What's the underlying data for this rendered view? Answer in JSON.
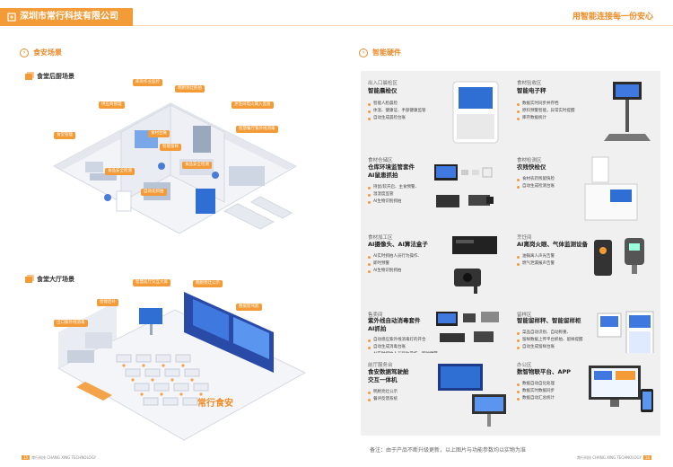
{
  "header": {
    "company": "深圳市常行科技有限公司",
    "slogan": "用智能连接每一份安心"
  },
  "left": {
    "section_title": "食安场景",
    "kitchen": {
      "title": "食堂后厨场景",
      "tags": [
        "库房作业监控",
        "明厨亮灶抓拍",
        "供应商管理",
        "烹饪间电火属入监管",
        "食堂管理",
        "食材台账",
        "食品安全检测",
        "智能留样",
        "食品安全检测",
        "智慧餐厅紫外线消毒",
        "自动化抓拍"
      ]
    },
    "hall": {
      "title": "食堂大厅场景",
      "tags": [
        "智慧前厅交互大屏",
        "明厨亮灶公示",
        "智能后补",
        "数据智驾舱",
        "出口紫外线消毒"
      ],
      "screen_logo": "常行食安"
    }
  },
  "right": {
    "section_title": "智能硬件",
    "cards": [
      {
        "category": "出入口晨检区",
        "name": [
          "智能晨检仪"
        ],
        "features": [
          "智能人脸晨检",
          "体温、健康证、手部健康监管",
          "自动生成晨检台账"
        ]
      },
      {
        "category": "食材验收区",
        "name": [
          "智能电子秤"
        ],
        "features": [
          "数据实时同步并存档",
          "原料预警智能，异常实时提醒",
          "库存数据统计"
        ]
      },
      {
        "category": "食材仓储区",
        "name": [
          "仓库环境监管套件",
          "AI鼠患抓拍"
        ],
        "features": [
          "持鼠/软开启、主食预警、",
          "温湿度监管",
          "AI生物识别抓拍"
        ]
      },
      {
        "category": "食材检测区",
        "name": [
          "农残快检仪"
        ],
        "features": [
          "食材农药残留快检",
          "自动生成检测台账"
        ]
      },
      {
        "category": "食材加工区",
        "name": [
          "AI摄像头、AI算法盒子"
        ],
        "features": [
          "AI实时抓拍人员行为操作、",
          "即时预警",
          "AI生物识别抓拍"
        ]
      },
      {
        "category": "烹饪间",
        "name": [
          "AI离岗火眼、气体监测设备"
        ],
        "features": [
          "油锅离人声光告警",
          "燃气泄漏报声告警"
        ]
      },
      {
        "category": "售卖间",
        "name": [
          "紫外线自动消毒套件",
          "AI抓拍"
        ],
        "features": [
          "自动感应紫外线消毒灯的开合",
          "自动生成消毒台账",
          "AI实时抓拍人员行为操作，即时预警"
        ]
      },
      {
        "category": "留样区",
        "name": [
          "智能留样秤、智能留样柜"
        ],
        "features": [
          "菜品自动识别、自动称重、",
          "留样数据上传平台抓拍、留样提醒",
          "自动生成留样台账"
        ]
      },
      {
        "category": "前厅服务台",
        "name": [
          "食安数据驾驶舱",
          "交互一体机"
        ],
        "features": [
          "明厨亮灶公示",
          "餐评反馈系统"
        ]
      },
      {
        "category": "办公区",
        "name": [
          "数智物联平台、APP"
        ],
        "features": [
          "数据自动自化处理",
          "数据实时数据同步",
          "数据自动汇总统计"
        ]
      }
    ],
    "footnote": "备注：由于产品不断升级更新，以上图片与功能参数均以实物为准"
  },
  "footer": {
    "left_page": "15",
    "left_text": "常行科技 CHANG XING TECHNOLOGY",
    "right_page": "16",
    "right_text": "常行科技 CHANG XING TECHNOLOGY"
  },
  "colors": {
    "accent": "#f39b36",
    "card_bg": "#f0f0f0",
    "screen_blue": "#1e3a8a"
  }
}
